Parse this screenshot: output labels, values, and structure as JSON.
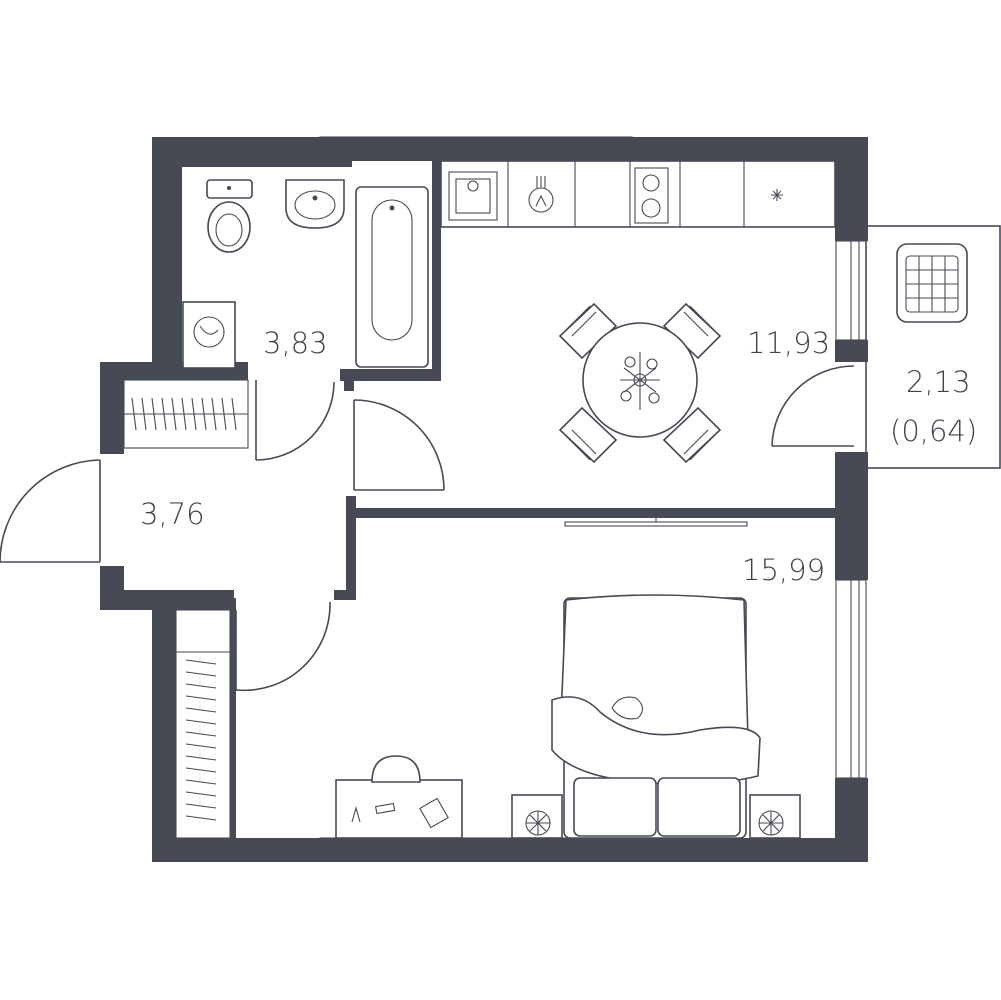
{
  "floor_plan": {
    "colors": {
      "wall": "#464a55",
      "background": "#ffffff",
      "text": "#3f434d"
    },
    "rooms": [
      {
        "name": "bathroom",
        "area": "3,83"
      },
      {
        "name": "kitchen-living",
        "area": "11,93"
      },
      {
        "name": "balcony",
        "area": "2,13",
        "area_coefficient": "(0,64)"
      },
      {
        "name": "hallway",
        "area": "3,76"
      },
      {
        "name": "bedroom",
        "area": "15,99"
      }
    ],
    "furniture_icons": [
      "toilet-icon",
      "sink-icon",
      "bathtub-icon",
      "washing-machine-icon",
      "kitchen-sink-icon",
      "faucet-icon",
      "stove-icon",
      "fridge-icon",
      "dining-table-icon",
      "chair-icon",
      "plant-icon",
      "wardrobe-icon",
      "tv-icon",
      "bed-icon",
      "nightstand-icon",
      "desk-icon",
      "desk-chair-icon",
      "laundry-basket-icon"
    ]
  }
}
